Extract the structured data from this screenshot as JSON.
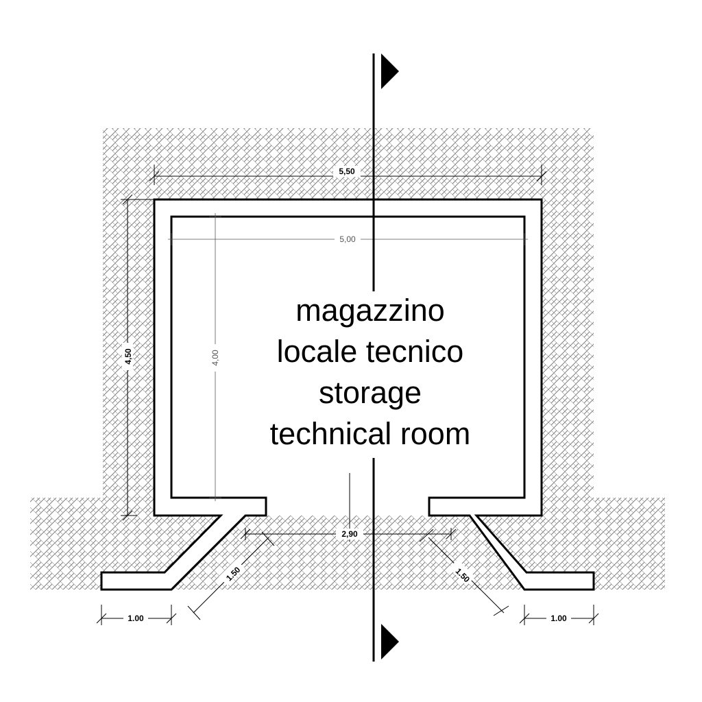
{
  "room_labels": [
    "magazzino",
    "locale tecnico",
    "storage",
    "technical room"
  ],
  "dimensions": {
    "outer_width": "5,50",
    "inner_width": "5,00",
    "outer_depth": "4,50",
    "inner_depth": "4,00",
    "opening_width": "2,90",
    "left_wing_diagonal": "1.50",
    "right_wing_diagonal": "1.50",
    "left_wing_foot": "1.00",
    "right_wing_foot": "1.00"
  },
  "colors": {
    "ink": "#000000",
    "hatch": "#777777",
    "background": "#ffffff"
  },
  "hatch_pattern": "earth-crosshatch",
  "section_marker_icon": "section-arrow-icon"
}
